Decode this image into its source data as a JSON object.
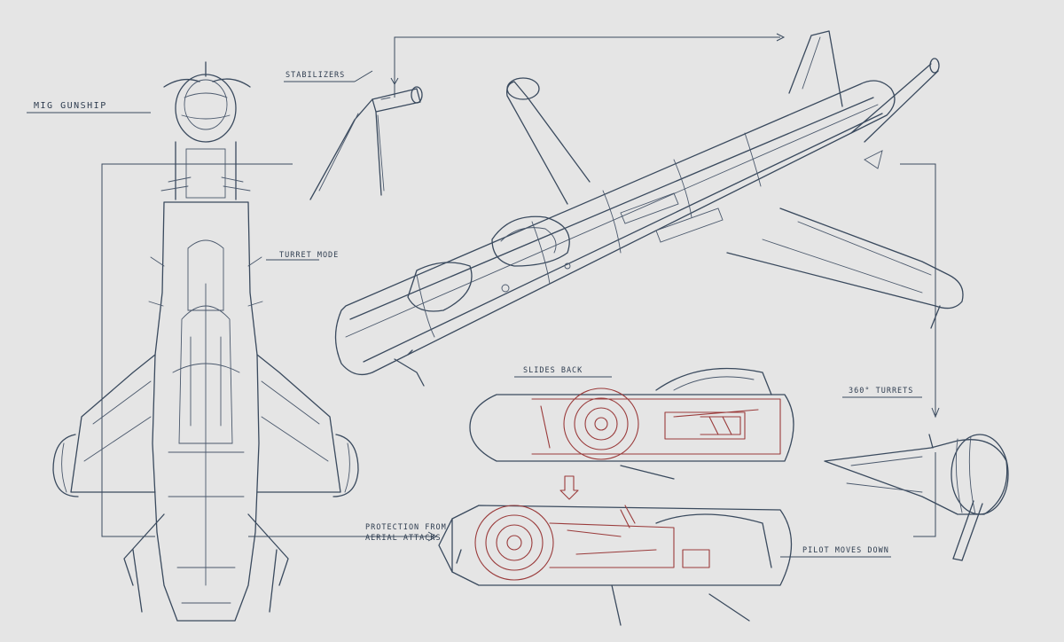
{
  "labels": {
    "mig_gunship": "MIG GUNSHIP",
    "stabilizers": "STABILIZERS",
    "turret_mode": "TURRET MODE",
    "slides_back": "SLIDES BACK",
    "turrets_360": "360° TURRETS",
    "protection_line1": "PROTECTION FROM",
    "protection_line2": "AERIAL ATTACKS",
    "pilot_moves_down": "PILOT MOVES DOWN"
  },
  "colors": {
    "paper": "#e5e5e5",
    "ink": "#3a4a5e",
    "red_ink": "#9a3b3b"
  }
}
